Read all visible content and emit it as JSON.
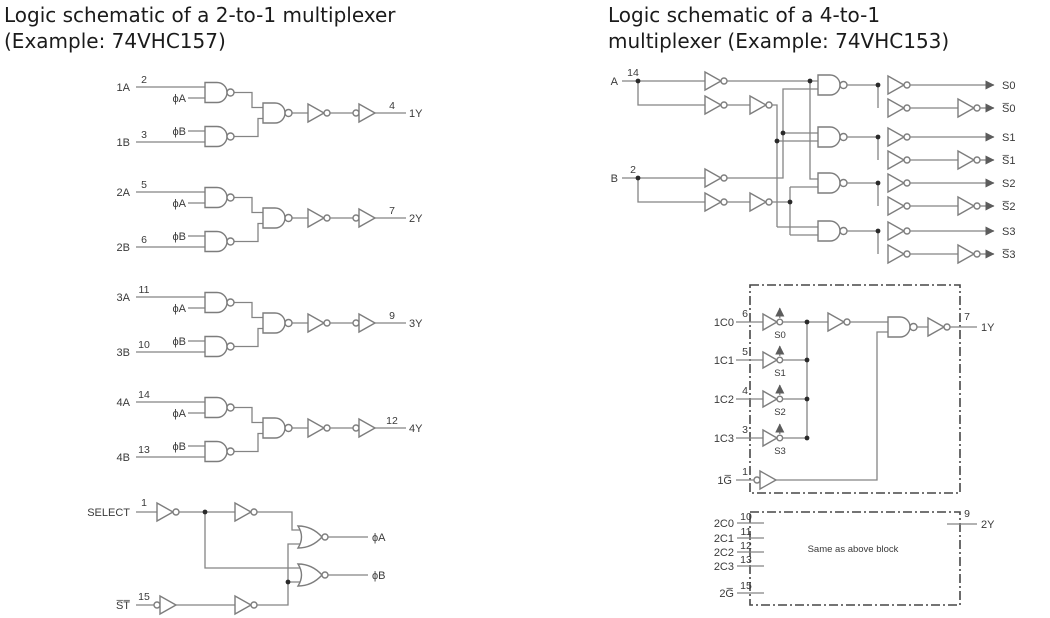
{
  "colors": {
    "wire": "#848484",
    "text": "#3a3a3a",
    "title": "#1b1b1b",
    "dot": "#2a2a2a"
  },
  "left": {
    "title_line1": "Logic schematic of a 2-to-1 multiplexer",
    "title_line2": "(Example: 74VHC157)",
    "channels": [
      {
        "a_label": "1A",
        "a_pin": "2",
        "phi_a": "ϕA",
        "b_label": "1B",
        "b_pin": "3",
        "phi_b": "ϕB",
        "out_pin": "4",
        "out_label": "1Y"
      },
      {
        "a_label": "2A",
        "a_pin": "5",
        "phi_a": "ϕA",
        "b_label": "2B",
        "b_pin": "6",
        "phi_b": "ϕB",
        "out_pin": "7",
        "out_label": "2Y"
      },
      {
        "a_label": "3A",
        "a_pin": "11",
        "phi_a": "ϕA",
        "b_label": "3B",
        "b_pin": "10",
        "phi_b": "ϕB",
        "out_pin": "9",
        "out_label": "3Y"
      },
      {
        "a_label": "4A",
        "a_pin": "14",
        "phi_a": "ϕA",
        "b_label": "4B",
        "b_pin": "13",
        "phi_b": "ϕB",
        "out_pin": "12",
        "out_label": "4Y"
      }
    ],
    "select": {
      "label": "SELECT",
      "pin": "1",
      "st_label": "S̅T̅",
      "st_pin": "15",
      "phi_a_out": "ϕA",
      "phi_b_out": "ϕB"
    }
  },
  "right": {
    "title_line1": "Logic schematic of a 4-to-1",
    "title_line2": "multiplexer (Example: 74VHC153)",
    "input_a": {
      "label": "A",
      "pin": "14"
    },
    "input_b": {
      "label": "B",
      "pin": "2"
    },
    "decoder_outputs": [
      "S0",
      "S̅0",
      "S1",
      "S̅1",
      "S2",
      "S̅2",
      "S3",
      "S̅3"
    ],
    "mux1": {
      "data_inputs": [
        {
          "label": "1C0",
          "pin": "6",
          "enable": "S0"
        },
        {
          "label": "1C1",
          "pin": "5",
          "enable": "S1"
        },
        {
          "label": "1C2",
          "pin": "4",
          "enable": "S2"
        },
        {
          "label": "1C3",
          "pin": "3",
          "enable": "S3"
        }
      ],
      "gate_input": {
        "label": "1G̅",
        "pin": "1"
      },
      "output_pin": "7",
      "output_label": "1Y"
    },
    "mux2": {
      "data_inputs": [
        {
          "label": "2C0",
          "pin": "10"
        },
        {
          "label": "2C1",
          "pin": "11"
        },
        {
          "label": "2C2",
          "pin": "12"
        },
        {
          "label": "2C3",
          "pin": "13"
        }
      ],
      "gate_input": {
        "label": "2G̅",
        "pin": "15"
      },
      "note": "Same as above block",
      "output_pin": "9",
      "output_label": "2Y"
    }
  }
}
